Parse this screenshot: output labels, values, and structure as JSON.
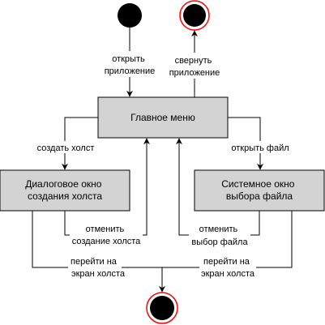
{
  "states": {
    "main_menu": {
      "label": "Главное меню"
    },
    "create_canvas_dialog": {
      "lines": [
        "Диалоговое окно",
        "создания холста"
      ]
    },
    "file_picker": {
      "lines": [
        "Системное окно",
        "выбора файла"
      ]
    }
  },
  "transitions": {
    "open_app": {
      "lines": [
        "открыть",
        "приложение"
      ]
    },
    "minimize_app": {
      "lines": [
        "свернуть",
        "приложение"
      ]
    },
    "create_canvas": {
      "lines": [
        "создать холст"
      ]
    },
    "open_file": {
      "lines": [
        "открыть файл"
      ]
    },
    "cancel_create": {
      "lines": [
        "отменить",
        "создание холста"
      ]
    },
    "cancel_file": {
      "lines": [
        "отменить",
        "выбор файла"
      ]
    },
    "goto_canvas_left": {
      "lines": [
        "перейти на",
        "экран холста"
      ]
    },
    "goto_canvas_right": {
      "lines": [
        "перейти на",
        "экран холста"
      ]
    }
  },
  "colors": {
    "state_fill": "#d3d3d3",
    "final_ring": "#ff0000",
    "node_fill": "#000000"
  }
}
